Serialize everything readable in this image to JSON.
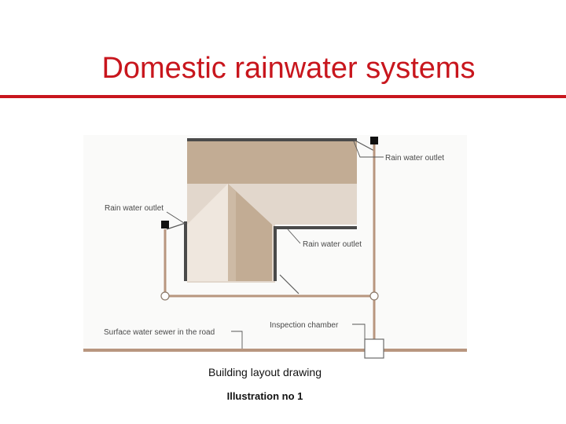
{
  "slide": {
    "title": "Domestic rainwater systems",
    "title_color": "#c8161d"
  },
  "diagram": {
    "labels": {
      "outlet_top_right": "Rain water outlet",
      "outlet_left": "Rain water outlet",
      "outlet_inner": "Rain water outlet",
      "inspection_chamber": "Inspection chamber",
      "surface_sewer": "Surface water sewer in the road"
    },
    "colors": {
      "roof_dark": "#c2ac94",
      "roof_light": "#e2d7cc",
      "roof_lightest": "#efe7de",
      "pipe": "#b8967f",
      "gutter": "#4a4a4a",
      "background": "#fafaf9"
    }
  },
  "captions": {
    "drawing": "Building layout drawing",
    "illustration": "Illustration no 1"
  }
}
